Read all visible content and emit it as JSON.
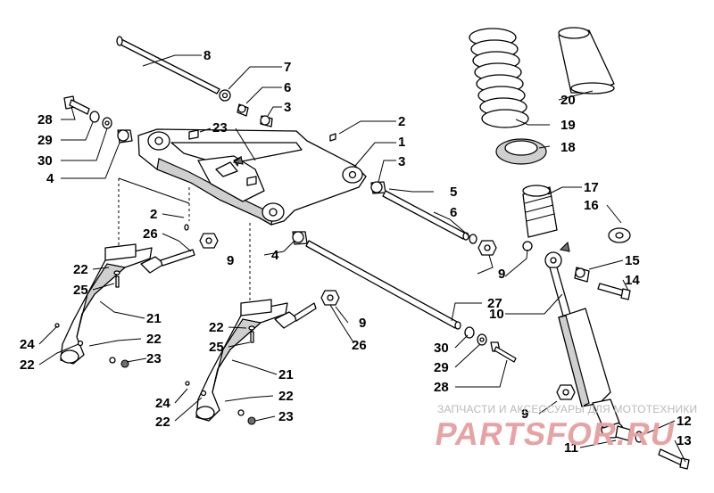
{
  "diagram": {
    "callouts": [
      "8",
      "7",
      "6",
      "3",
      "2",
      "1",
      "3",
      "23",
      "28",
      "29",
      "30",
      "4",
      "2",
      "26",
      "9",
      "22",
      "25",
      "21",
      "22",
      "24",
      "22",
      "23",
      "5",
      "6",
      "9",
      "4",
      "27",
      "9",
      "26",
      "22",
      "25",
      "21",
      "22",
      "24",
      "22",
      "23",
      "30",
      "29",
      "28",
      "20",
      "19",
      "18",
      "17",
      "16",
      "15",
      "14",
      "10",
      "9",
      "11",
      "12",
      "13"
    ]
  },
  "watermark": {
    "caption": "ЗАПЧАСТИ И АКСЕССУАРЫ ДЛЯ МОТОТЕХНИКИ",
    "logo": "PARTSFOR.RU"
  }
}
